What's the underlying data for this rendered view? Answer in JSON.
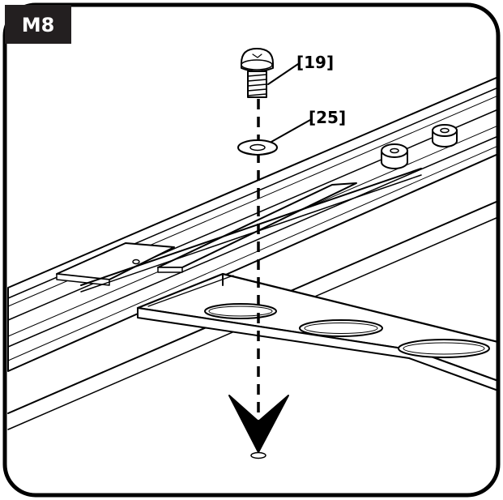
{
  "step": {
    "label": "M8"
  },
  "callouts": [
    {
      "id": "screw",
      "label": "[19]",
      "icon": "screw-icon"
    },
    {
      "id": "washer",
      "label": "[25]",
      "icon": "washer-icon"
    }
  ],
  "colors": {
    "ink": "#000000",
    "paper": "#ffffff",
    "badge": "#231f20"
  }
}
